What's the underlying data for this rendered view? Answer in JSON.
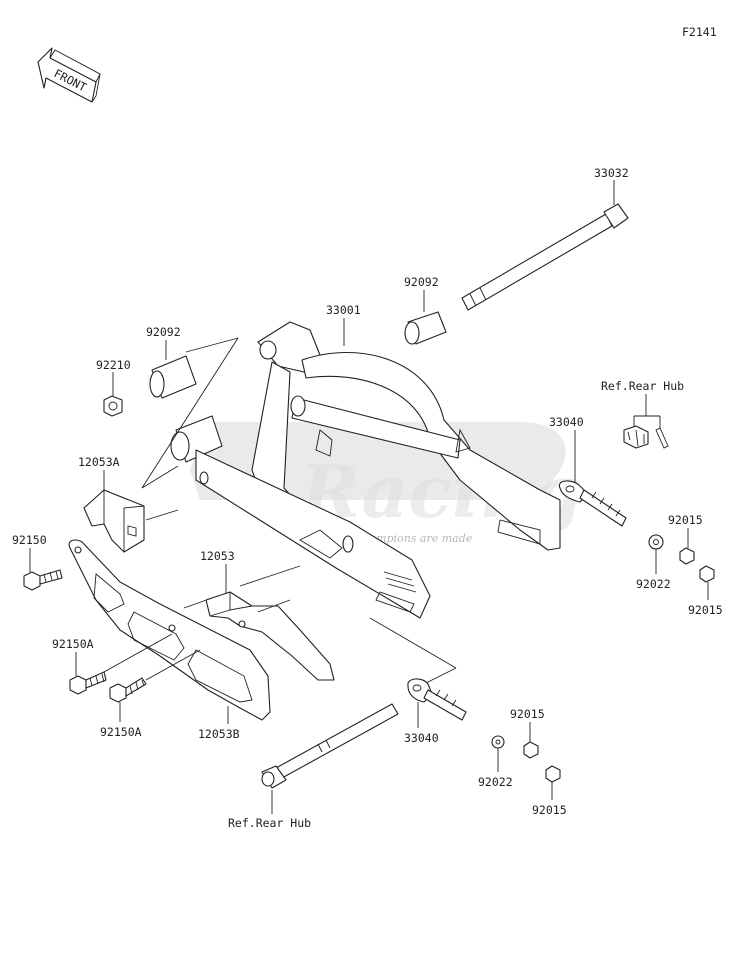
{
  "figure_code": "F2141",
  "front_marker": "FRONT",
  "watermark": {
    "brand": "Racing",
    "tagline": "where champions are made"
  },
  "labels": {
    "p33032": "33032",
    "p92092_right": "92092",
    "p33001": "33001",
    "p92092_left": "92092",
    "p92210": "92210",
    "ref_rear_hub_top": "Ref.Rear Hub",
    "p33040_top": "33040",
    "p12053a": "12053A",
    "p92015_a": "92015",
    "p92150": "92150",
    "p12053": "12053",
    "p92022_top": "92022",
    "p92015_b": "92015",
    "p92150a_left": "92150A",
    "p92150a_bottom": "92150A",
    "p12053b": "12053B",
    "p33040_bottom": "33040",
    "p92015_c": "92015",
    "p92022_bottom": "92022",
    "p92015_d": "92015",
    "ref_rear_hub_bottom": "Ref.Rear Hub"
  }
}
